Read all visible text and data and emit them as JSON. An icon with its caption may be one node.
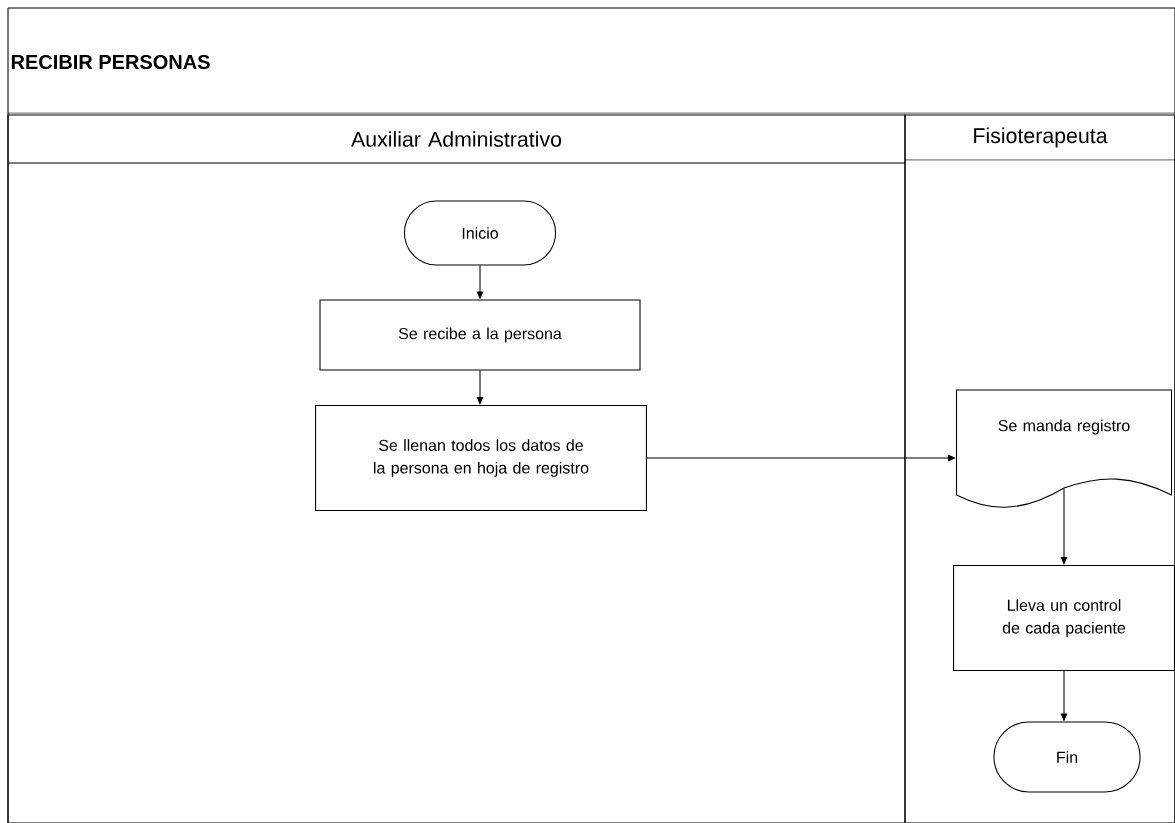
{
  "diagram": {
    "title": "RECIBIR PERSONAS",
    "nodes": [
      {
        "text": [
          "Auxiliar Administrativo"
        ]
      },
      {
        "text": [
          "Inicio"
        ],
        "in": 0
      },
      {
        "text": [
          "Se recibe a la persona"
        ],
        "in": 0
      },
      {
        "text": [
          "Se llenan todos los datos de la persona en hoja de registro"
        ],
        "in": 0
      },
      {
        "text": [
          "Fisioterapeuta"
        ]
      },
      {
        "text": [
          "Se manda registro"
        ],
        "in": 4
      },
      {
        "text": [
          "Lleva un control de cada paciente"
        ],
        "in": 4
      },
      {
        "text": [
          "Fin"
        ],
        "in": 4
      }
    ],
    "edges": [
      {
        "from": 1,
        "to": 2,
        "arrow": "to"
      },
      {
        "from": 2,
        "to": 3,
        "arrow": "to"
      },
      {
        "from": 3,
        "to": 5,
        "arrow": "to"
      },
      {
        "from": 5,
        "to": 6,
        "arrow": "to"
      },
      {
        "from": 6,
        "to": 7,
        "arrow": "to"
      }
    ]
  }
}
